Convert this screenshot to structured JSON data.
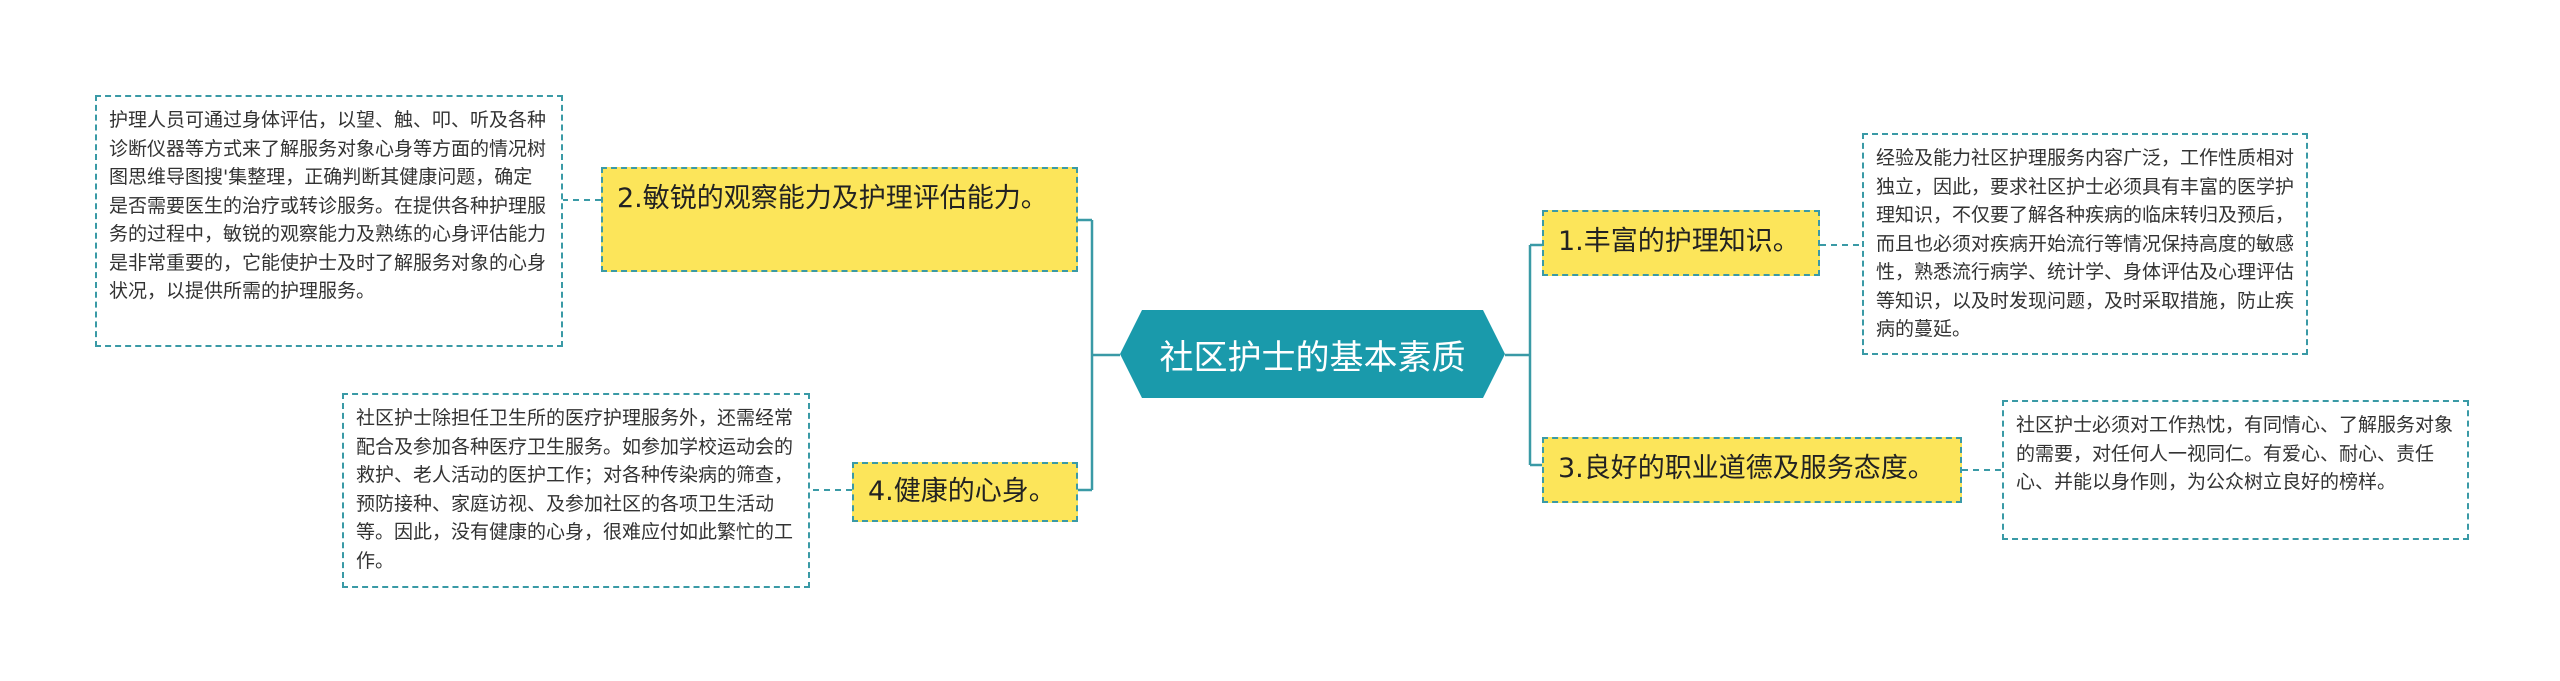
{
  "center": {
    "label": "社区护士的基本素质"
  },
  "branches": [
    {
      "id": "b1",
      "label": "1.丰富的护理知识。",
      "detail": "经验及能力社区护理服务内容广泛，工作性质相对独立，因此，要求社区护士必须具有丰富的医学护理知识，不仅要了解各种疾病的临床转归及预后，而且也必须对疾病开始流行等情况保持高度的敏感性，熟悉流行病学、统计学、身体评估及心理评估等知识，以及时发现问题，及时采取措施，防止疾病的蔓延。"
    },
    {
      "id": "b2",
      "label": "2.敏锐的观察能力及护理评估能力。",
      "detail": "护理人员可通过身体评估，以望、触、叩、听及各种诊断仪器等方式来了解服务对象心身等方面的情况树图思维导图搜'集整理，正确判断其健康问题，确定是否需要医生的治疗或转诊服务。在提供各种护理服务的过程中，敏锐的观察能力及熟练的心身评估能力是非常重要的，它能使护士及时了解服务对象的心身状况，以提供所需的护理服务。"
    },
    {
      "id": "b3",
      "label": "3.良好的职业道德及服务态度。",
      "detail": "社区护士必须对工作热忱，有同情心、了解服务对象的需要，对任何人一视同仁。有爱心、耐心、责任心、并能以身作则，为公众树立良好的榜样。"
    },
    {
      "id": "b4",
      "label": "4.健康的心身。",
      "detail": "社区护士除担任卫生所的医疗护理服务外，还需经常配合及参加各种医疗卫生服务。如参加学校运动会的救护、老人活动的医护工作；对各种传染病的筛查，预防接种、家庭访视、及参加社区的各项卫生活动等。因此，没有健康的心身，很难应付如此繁忙的工作。"
    }
  ],
  "colors": {
    "center_fill": "#1a9aab",
    "center_text": "#ffffff",
    "topic_fill": "#fce55a",
    "border": "#3a9aa6",
    "connector": "#3a9aa6",
    "note_fill": "#ffffff",
    "text": "#333333"
  }
}
